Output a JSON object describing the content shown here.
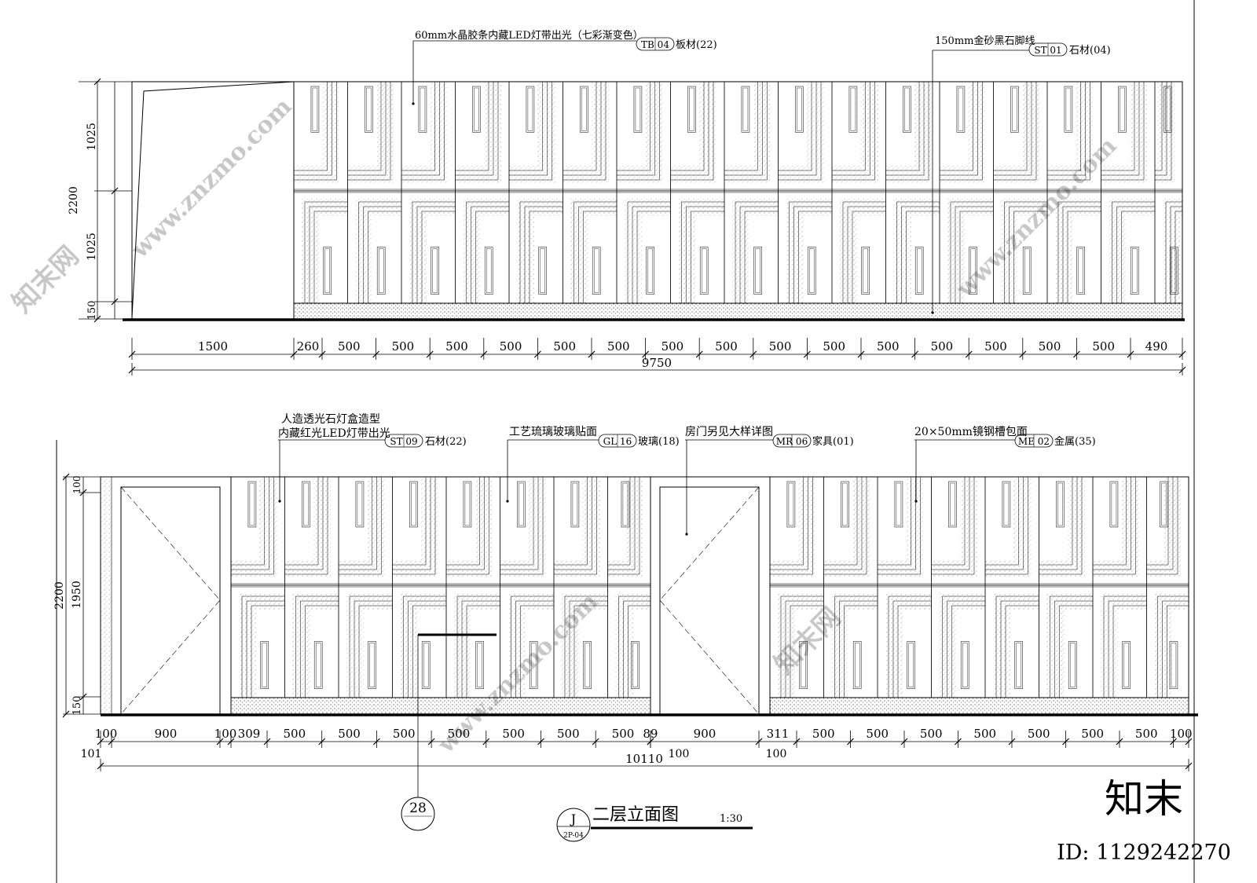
{
  "title": {
    "code": "J",
    "ref": "2P-04",
    "name": "二层立面图",
    "scale": "1:30"
  },
  "detail_bubble": {
    "number": "28"
  },
  "top_elevation": {
    "callouts": [
      {
        "text": "60mm水晶胶条内藏LED灯带出光（七彩渐变色）",
        "tag": "TB 04",
        "material": "板材(22)"
      },
      {
        "text": "150mm金砂黑石脚线",
        "tag": "ST 01",
        "material": "石材(04)"
      }
    ],
    "vertical_dims": [
      "1025",
      "1025",
      "150",
      "2200"
    ],
    "horizontal_dims": [
      "1500",
      "260",
      "500",
      "500",
      "500",
      "500",
      "500",
      "500",
      "500",
      "500",
      "500",
      "500",
      "500",
      "500",
      "500",
      "500",
      "500",
      "490"
    ],
    "total": "9750"
  },
  "bottom_elevation": {
    "callouts": [
      {
        "text_line1": "人造透光石灯盒造型",
        "text_line2": "内藏红光LED灯带出光",
        "tag": "ST 09",
        "material": "石材(22)"
      },
      {
        "text": "工艺琉璃玻璃贴面",
        "tag": "GL 16",
        "material": "玻璃(18)"
      },
      {
        "text": "房门另见大样详图",
        "tag": "MR 06",
        "material": "家具(01)"
      },
      {
        "text": "20×50mm镜钢槽包面",
        "tag": "ME 02",
        "material": "金属(35)"
      }
    ],
    "vertical_dims": [
      "100",
      "1950",
      "150",
      "2200"
    ],
    "horizontal_dims": [
      "100",
      "900",
      "100",
      "309",
      "500",
      "500",
      "500",
      "500",
      "500",
      "500",
      "500",
      "89",
      "900",
      "311",
      "500",
      "500",
      "500",
      "500",
      "500",
      "500",
      "500",
      "100"
    ],
    "sub_dims": [
      "101",
      "100",
      "100"
    ],
    "total": "10110"
  },
  "watermark": {
    "site": "www.znzmo.com",
    "brand_cn": "知末网",
    "logo": "知末",
    "id": "ID: 1129242270"
  }
}
